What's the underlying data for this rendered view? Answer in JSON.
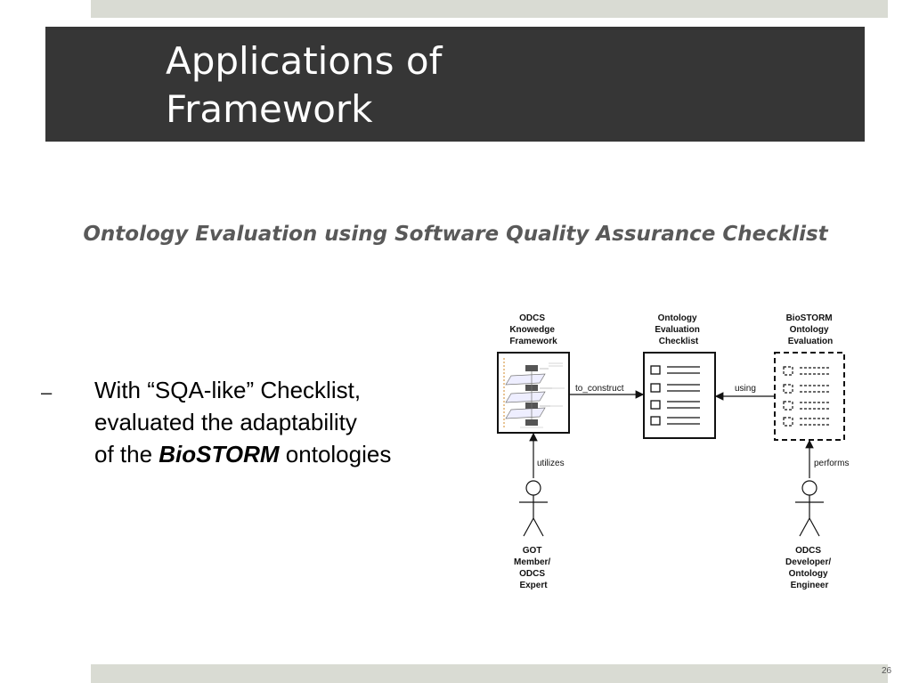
{
  "slide": {
    "title": "Applications of Framework",
    "title_lines": [
      "Applications of",
      "Framework"
    ],
    "subtitle": "Ontology Evaluation using Software Quality Assurance Checklist",
    "bullet": {
      "marker": "–",
      "line1": "With “SQA-like” Checklist,",
      "line2": "evaluated the adaptability",
      "line3_prefix": "of the ",
      "line3_emphasis": "BioSTORM",
      "line3_suffix": " ontologies"
    },
    "slide_number": "26"
  },
  "diagram": {
    "nodes": {
      "framework": [
        "ODCS",
        "Knowedge",
        "Framework"
      ],
      "checklist": [
        "Ontology",
        "Evaluation",
        "Checklist"
      ],
      "evaluation": [
        "BioSTORM",
        "Ontology",
        "Evaluation"
      ]
    },
    "edges": {
      "to_construct": "to_construct",
      "using": "using",
      "utilizes": "utilizes",
      "performs": "performs"
    },
    "actors": {
      "left": [
        "GOT",
        "Member/",
        "ODCS",
        "Expert"
      ],
      "right": [
        "ODCS",
        "Developer/",
        "Ontology",
        "Engineer"
      ]
    }
  },
  "colors": {
    "title_bg": "#363636",
    "band": "#d9dbd3",
    "subtitle": "#595959"
  }
}
